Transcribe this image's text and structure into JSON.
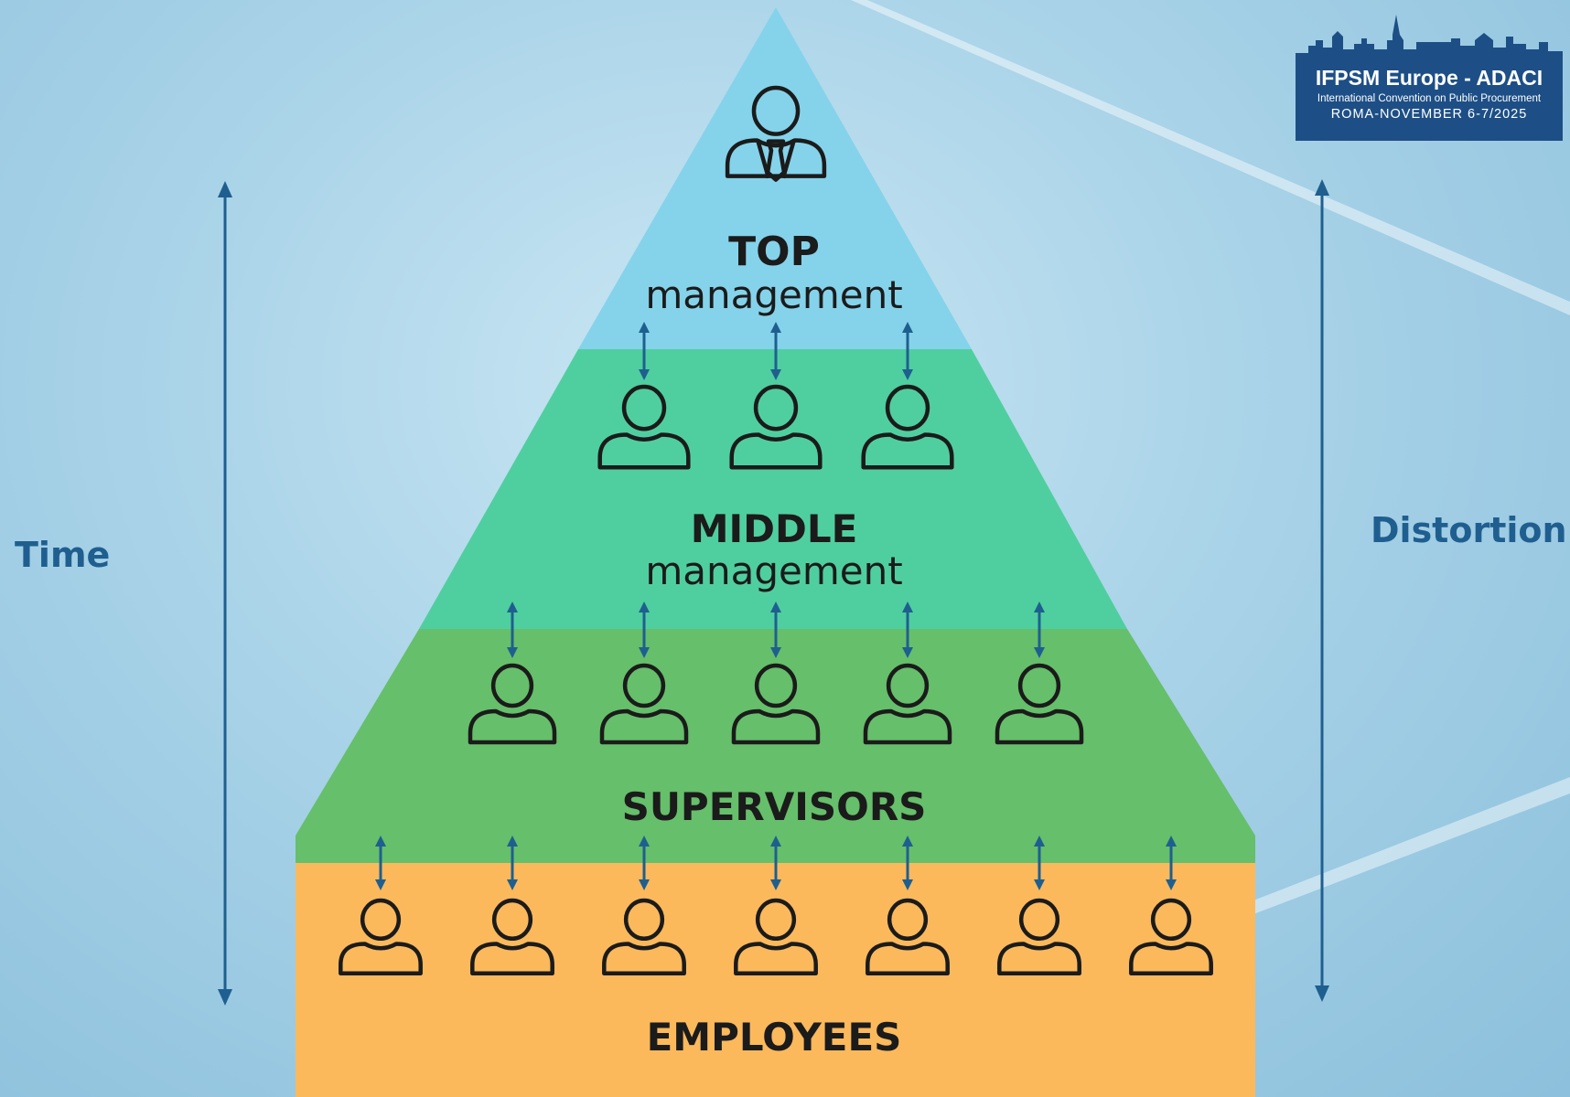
{
  "left_axis": {
    "label": "Time"
  },
  "right_axis": {
    "label": "Distortion"
  },
  "levels": {
    "top": {
      "title": "TOP",
      "subtitle": "management",
      "people": 1,
      "color": "#84d3ea"
    },
    "middle": {
      "title": "MIDDLE",
      "subtitle": "management",
      "people": 3,
      "color": "#4fcf9f"
    },
    "supervisors": {
      "title": "SUPERVISORS",
      "people": 5,
      "color": "#66bf6a"
    },
    "employees": {
      "title": "EMPLOYEES",
      "people": 7,
      "color": "#fbb95c"
    }
  },
  "logo": {
    "title": "IFPSM Europe - ADACI",
    "subtitle": "International Convention on Public Procurement",
    "tagline": "ROMA-NOVEMBER 6-7/2025",
    "color": "#1d4f86"
  },
  "colors": {
    "arrow": "#1f5f8f",
    "icon_stroke": "#1b1b1b"
  }
}
